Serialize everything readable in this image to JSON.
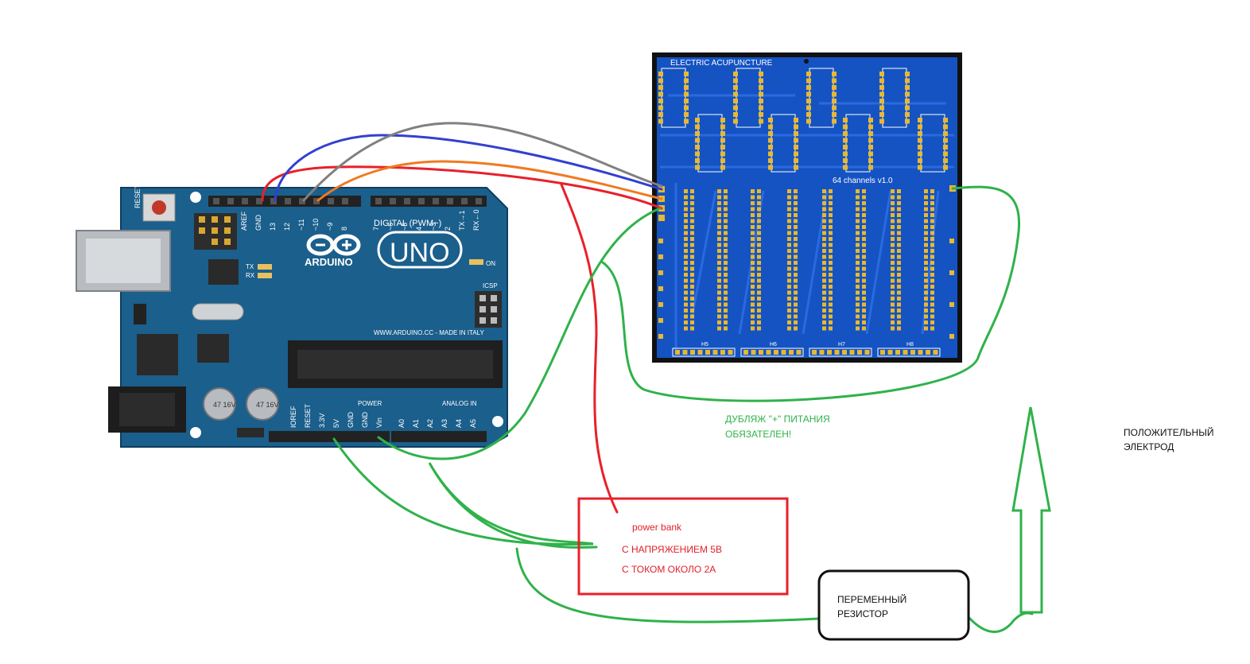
{
  "arduino": {
    "logo_text": "ARDUINO",
    "model": "UNO",
    "reset_label": "RESET",
    "digital_header": "DIGITAL (PWM~)",
    "digital_pins": [
      "AREF",
      "GND",
      "13",
      "12",
      "~11",
      "~10",
      "~9",
      "8",
      "7",
      "~6",
      "~5",
      "4",
      "~3",
      "2",
      "TX→1",
      "RX←0"
    ],
    "tx_label": "TX",
    "rx_label": "RX",
    "on_label": "ON",
    "icsp_label": "ICSP",
    "website": "WWW.ARDUINO.CC - MADE IN ITALY",
    "power_header": "POWER",
    "analog_header": "ANALOG IN",
    "power_pins": [
      "IOREF",
      "RESET",
      "3.3V",
      "5V",
      "GND",
      "GND",
      "Vin"
    ],
    "analog_pins": [
      "A0",
      "A1",
      "A2",
      "A3",
      "A4",
      "A5"
    ],
    "capacitor_text": "47\n16V"
  },
  "pcb": {
    "title": "ELECTRIC ACUPUNCTURE",
    "subtitle": "64 channels v1.0",
    "header_labels": [
      "H5",
      "H6",
      "H7",
      "H8"
    ],
    "colors": {
      "board": "#1553c2",
      "copper": "#2a6ae0",
      "pads": "#e8b830",
      "edge": "#111111"
    }
  },
  "notes": {
    "powerbank_line1": "power bank",
    "powerbank_line2": "С НАПРЯЖЕНИЕМ 5В",
    "powerbank_line3": "С ТОКОМ ОКОЛО 2А",
    "duplicate_line1": "ДУБЛЯЖ \"+\" ПИТАНИЯ",
    "duplicate_line2": "ОБЯЗАТЕЛЕН!",
    "resistor_line1": "ПЕРЕМЕННЫЙ",
    "resistor_line2": "РЕЗИСТОР",
    "electrode_line1": "ПОЛОЖИТЕЛЬНЫЙ",
    "electrode_line2": "ЭЛЕКТРОД"
  },
  "wires": {
    "colors": {
      "red": "#e8202a",
      "blue": "#3340d0",
      "gray": "#808080",
      "orange": "#f07a20",
      "green": "#2fb24a"
    }
  }
}
